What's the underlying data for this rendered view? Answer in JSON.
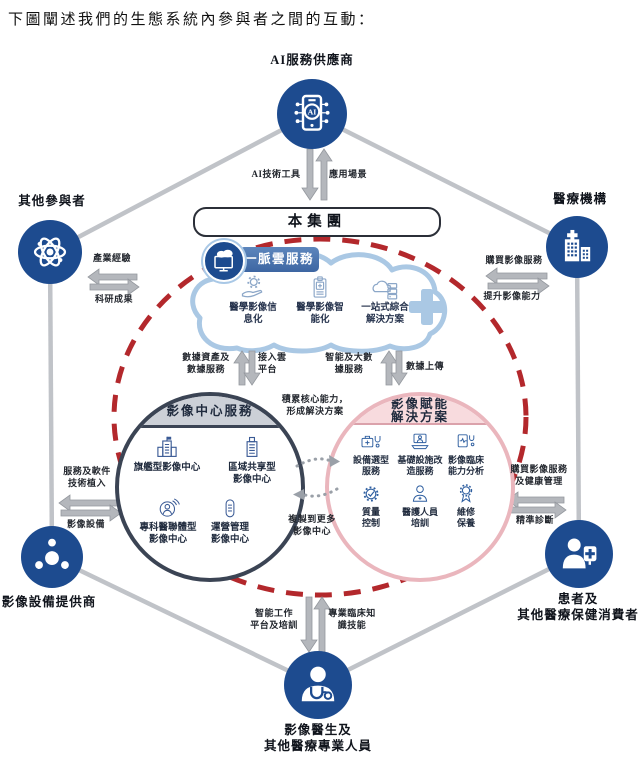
{
  "title": "下圖闡述我們的生態系統內參與者之間的互動：",
  "colors": {
    "node_blue": "#1d4b8f",
    "connector_gray": "#c0c3c8",
    "arrow_gray": "#b4b7bc",
    "red_dashed": "#b3282c",
    "cloud_blue": "#a9c8e6",
    "pill_blue": "#4d79b2",
    "left_circle_border": "#3b4454",
    "left_banner_gray": "#ccd0d7",
    "right_circle_border": "#eab6bd",
    "right_banner_pink": "#f8dbde"
  },
  "nodes": {
    "ai_provider": {
      "label": "AI服務供應商",
      "icon_text": "AI"
    },
    "other_participants": {
      "label": "其他參與者"
    },
    "medical_institutions": {
      "label": "醫療機構"
    },
    "equipment_providers": {
      "label": "影像設備提供商"
    },
    "patients": {
      "label": "患者及\n其他醫療保健消費者"
    },
    "doctors": {
      "label": "影像醫生及\n其他醫療專業人員"
    }
  },
  "group_box": {
    "label": "本集團"
  },
  "cloud_service": {
    "label": "一脈雲服務",
    "items": [
      {
        "label": "醫學影像信\n息化"
      },
      {
        "label": "醫學影像智\n能化"
      },
      {
        "label": "一站式綜合\n解決方案"
      }
    ]
  },
  "imaging_center": {
    "header": "影像中心服務",
    "items": [
      {
        "label": "旗艦型影像中心"
      },
      {
        "label": "區域共享型\n影像中心"
      },
      {
        "label": "專科醫聯體型\n影像中心"
      },
      {
        "label": "運營管理\n影像中心"
      }
    ]
  },
  "empowerment": {
    "header": "影像賦能\n解決方案",
    "items": [
      {
        "label": "設備選型\n服務"
      },
      {
        "label": "基礎設施改\n造服務"
      },
      {
        "label": "影像臨床\n能力分析"
      },
      {
        "label": "質量\n控制"
      },
      {
        "label": "醫護人員\n培訓"
      },
      {
        "label": "維修\n保養"
      }
    ]
  },
  "flows": {
    "ai_tools": "AI技術工具",
    "app_scenarios": "應用場景",
    "industry_experience": "產業經驗",
    "research_results": "科研成果",
    "purchase_imaging": "購買影像服務",
    "improve_capability": "提升影像能力",
    "data_assets": "數據資產及\n數據服務",
    "cloud_access": "接入雲\n平台",
    "smart_bigdata": "智能及大數\n據服務",
    "data_upload": "數據上傳",
    "accumulate_core": "積累核心能力，\n形成解決方案",
    "replicate_more": "複製到更多\n影像中心",
    "service_software": "服務及軟件\n技術植入",
    "imaging_equipment": "影像設備",
    "purchase_health": "購買影像服務\n及健康管理",
    "precise_diagnosis": "精準診斷",
    "smart_platform": "智能工作\n平台及培訓",
    "clinical_knowledge": "專業臨床知\n識技能"
  }
}
